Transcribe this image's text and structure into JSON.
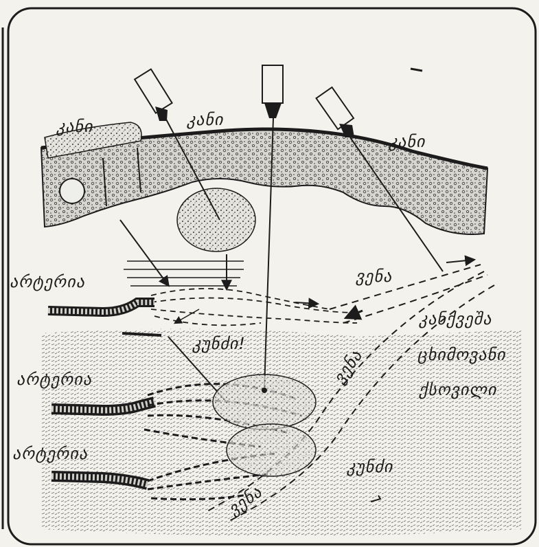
{
  "labels": {
    "skin_1": "კანი",
    "skin_2": "კანი",
    "skin_3": "კანი",
    "vein_1": "ვენა",
    "vein_2": "ვენა",
    "vein_3": "ვენა",
    "artery_1": "არტერია",
    "artery_2": "არტერია",
    "artery_3": "არტერია",
    "subcutaneous": "კანქვეშა",
    "fatty": "ცხიმოვანი",
    "tissue": "ქსოვილი",
    "node_1": "კუნძი!",
    "node_2": "კუნძი"
  },
  "colors": {
    "ink": "#1c1c1c",
    "paper": "#f4f2ec",
    "stipple": "#8a8a8a"
  }
}
